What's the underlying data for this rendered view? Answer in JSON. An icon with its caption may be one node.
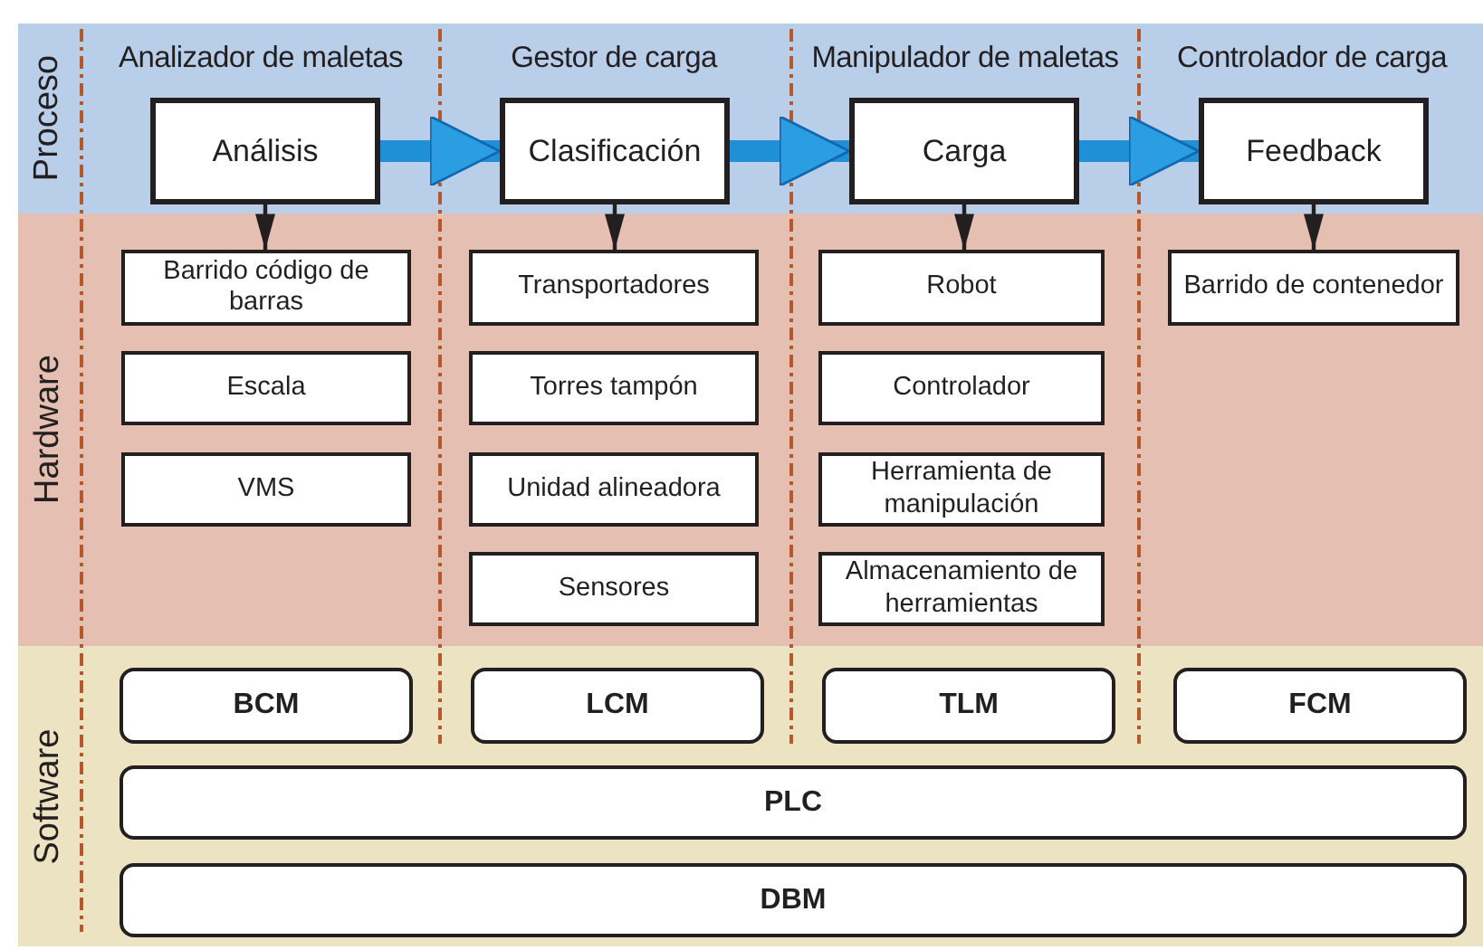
{
  "diagram": {
    "nodes": [
      {
        "text": [
          "Proceso"
        ]
      },
      {
        "text": [
          "Hardware"
        ]
      },
      {
        "text": [
          "Software"
        ]
      },
      {
        "text": [
          "Análisis"
        ],
        "in": 0
      },
      {
        "text": [
          "Clasificación"
        ],
        "in": 0
      },
      {
        "text": [
          "Carga"
        ],
        "in": 0
      },
      {
        "text": [
          "Feedback"
        ],
        "in": 0
      },
      {
        "text": [
          "Barrido código de barras"
        ],
        "in": 1
      },
      {
        "text": [
          "Escala"
        ],
        "in": 1
      },
      {
        "text": [
          "VMS"
        ],
        "in": 1
      },
      {
        "text": [
          "Transportadores"
        ],
        "in": 1
      },
      {
        "text": [
          "Torres tampón"
        ],
        "in": 1
      },
      {
        "text": [
          "Unidad alineadora"
        ],
        "in": 1
      },
      {
        "text": [
          "Sensores"
        ],
        "in": 1
      },
      {
        "text": [
          "Robot"
        ],
        "in": 1
      },
      {
        "text": [
          "Controlador"
        ],
        "in": 1
      },
      {
        "text": [
          "Herramienta de manipulación"
        ],
        "in": 1
      },
      {
        "text": [
          "Almacenamiento de herramientas"
        ],
        "in": 1
      },
      {
        "text": [
          "Barrido de contenedor"
        ],
        "in": 1
      },
      {
        "text": [
          "BCM"
        ],
        "in": 2
      },
      {
        "text": [
          "LCM"
        ],
        "in": 2
      },
      {
        "text": [
          "TLM"
        ],
        "in": 2
      },
      {
        "text": [
          "FCM"
        ],
        "in": 2
      },
      {
        "text": [
          "PLC"
        ],
        "in": 2
      },
      {
        "text": [
          "DBM"
        ],
        "in": 2
      }
    ],
    "edges": [
      {
        "from": 3,
        "to": 4,
        "arrow": "to",
        "style": "thick",
        "color": "#1f8fd6"
      },
      {
        "from": 4,
        "to": 5,
        "arrow": "to",
        "style": "thick",
        "color": "#1f8fd6"
      },
      {
        "from": 5,
        "to": 6,
        "arrow": "to",
        "style": "thick",
        "color": "#1f8fd6"
      },
      {
        "from": 3,
        "to": 7,
        "arrow": "to"
      },
      {
        "from": 4,
        "to": 10,
        "arrow": "to"
      },
      {
        "from": 5,
        "to": 14,
        "arrow": "to"
      },
      {
        "from": 6,
        "to": 18,
        "arrow": "to"
      }
    ],
    "labels": [
      "Analizador de maletas",
      "Gestor de carga",
      "Manipulador de maletas",
      "Controlador de carga"
    ]
  }
}
